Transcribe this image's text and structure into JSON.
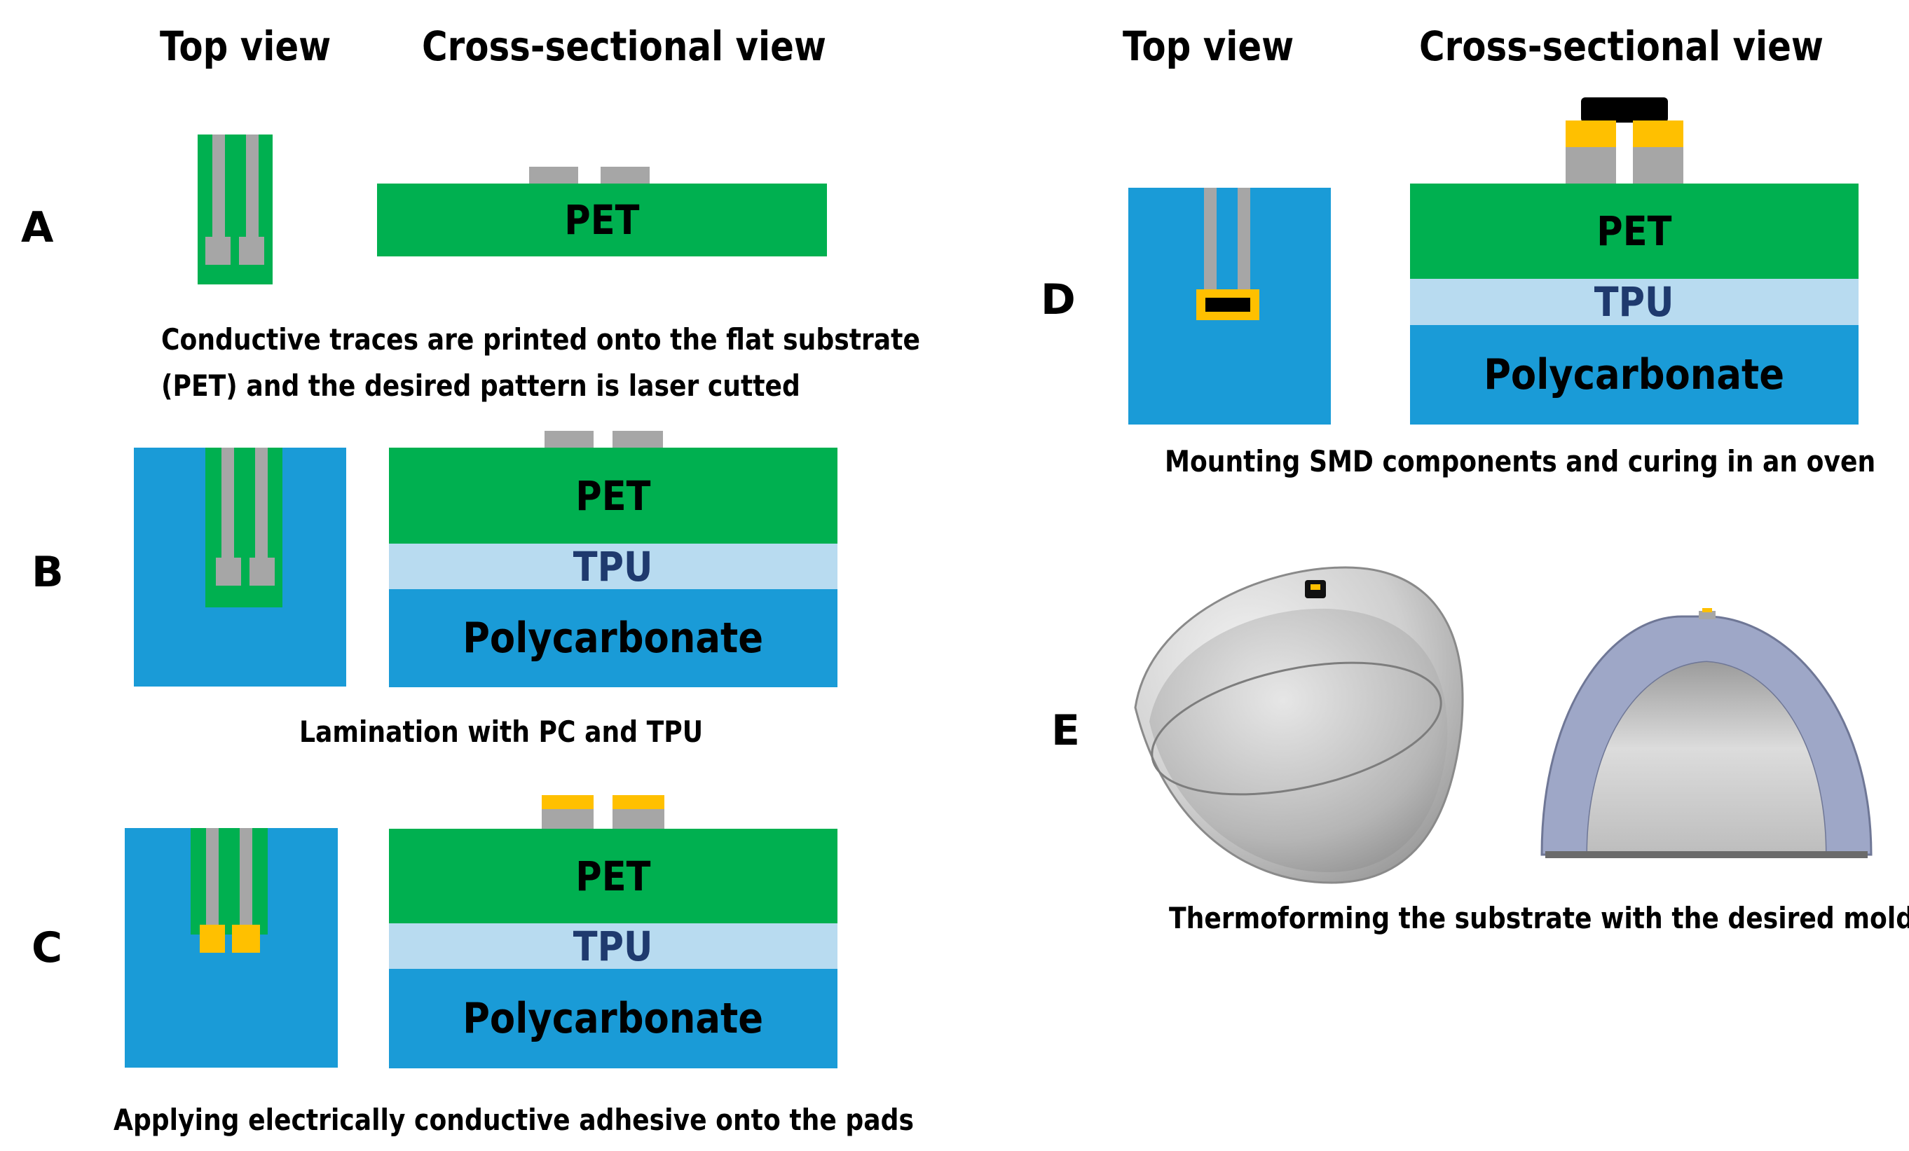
{
  "headers": {
    "left_top_view": "Top view",
    "left_cross_view": "Cross-sectional view",
    "right_top_view": "Top view",
    "right_cross_view": "Cross-sectional view"
  },
  "steps": {
    "A": {
      "label": "A",
      "caption_line1": "Conductive traces are printed onto the flat substrate",
      "caption_line2": "(PET) and the desired pattern is laser cutted",
      "layers": [
        "PET"
      ]
    },
    "B": {
      "label": "B",
      "caption": "Lamination with PC and TPU",
      "layers": [
        "PET",
        "TPU",
        "Polycarbonate"
      ]
    },
    "C": {
      "label": "C",
      "caption": "Applying electrically conductive adhesive onto the pads",
      "layers": [
        "PET",
        "TPU",
        "Polycarbonate"
      ]
    },
    "D": {
      "label": "D",
      "caption": "Mounting SMD components and curing in an oven",
      "layers": [
        "PET",
        "TPU",
        "Polycarbonate"
      ]
    },
    "E": {
      "label": "E",
      "caption": "Thermoforming the substrate with the desired mold"
    }
  },
  "colors": {
    "pet": "#00b050",
    "tpu": "#b8dbf0",
    "polycarbonate": "#1a9bd7",
    "trace": "#a6a6a6",
    "adhesive": "#ffc000",
    "smd": "#000000"
  }
}
